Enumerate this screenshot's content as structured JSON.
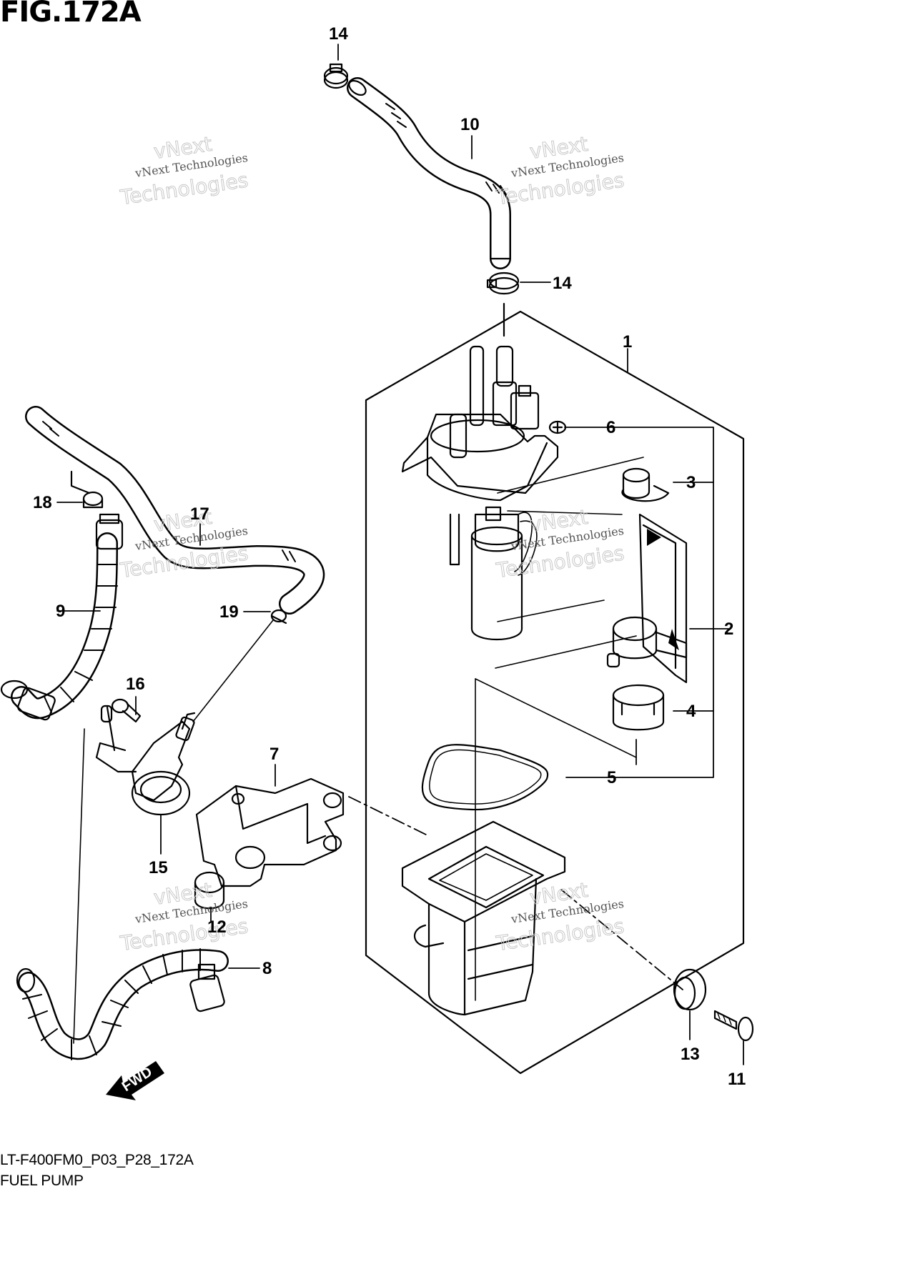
{
  "figure": {
    "title": "FIG.172A",
    "code": "LT-F400FM0_P03_P28_172A",
    "name": "FUEL PUMP"
  },
  "watermark": {
    "line1": "vNext Technologies",
    "line2a": "vNext",
    "line2b": "Technologies"
  },
  "fwd_label": "FWD",
  "callouts": {
    "p1": "1",
    "p2": "2",
    "p3": "3",
    "p4": "4",
    "p5": "5",
    "p6": "6",
    "p7": "7",
    "p8": "8",
    "p9": "9",
    "p10": "10",
    "p11": "11",
    "p12": "12",
    "p13": "13",
    "p14a": "14",
    "p14b": "14",
    "p15": "15",
    "p16": "16",
    "p17": "17",
    "p18": "18",
    "p19": "19"
  }
}
